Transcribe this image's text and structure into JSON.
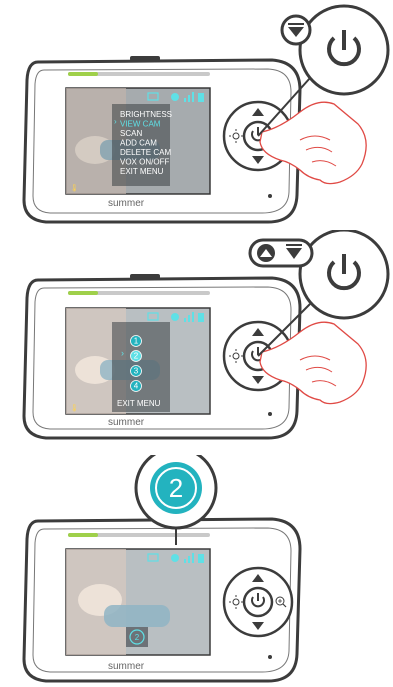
{
  "brand": "summer",
  "panel1": {
    "menu_items": [
      "BRIGHTNESS",
      "VIEW CAM",
      "SCAN",
      "ADD CAM",
      "DELETE CAM",
      "VOX ON/OFF",
      "EXIT MENU"
    ],
    "selected_index": 1
  },
  "panel2": {
    "camera_numbers": [
      "1",
      "2",
      "3",
      "4"
    ],
    "selected_index": 1,
    "exit_label": "EXIT MENU"
  },
  "panel3": {
    "callout_number": "2",
    "badge_number": "2"
  },
  "colors": {
    "accent": "#23b3bf",
    "device_border": "#3c3c3c",
    "screen_bg": "#bfc4c6"
  }
}
